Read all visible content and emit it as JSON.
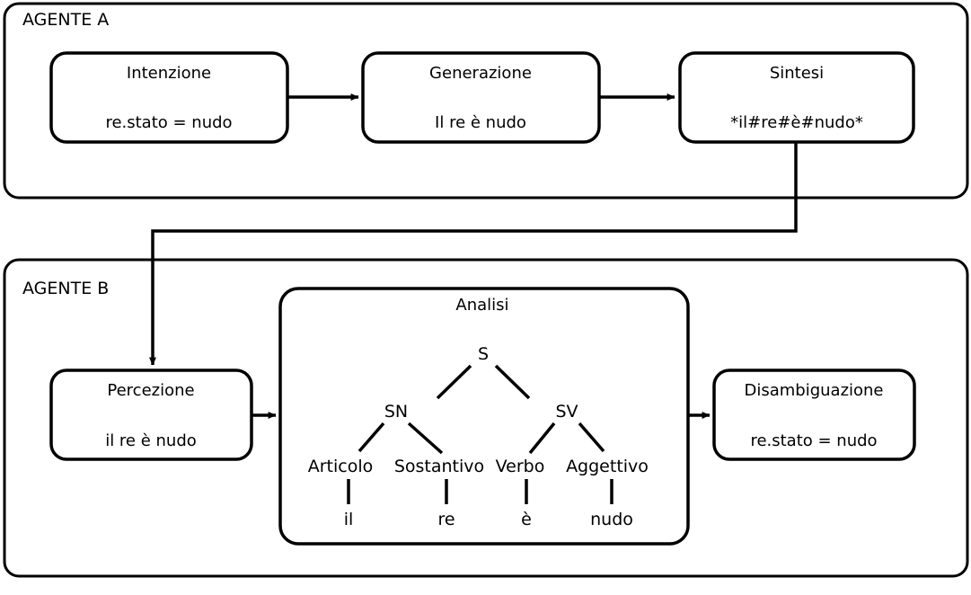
{
  "diagram": {
    "title_visible": false,
    "colors": {
      "background": "#ffffff",
      "stroke": "#000000",
      "box_fill": "#ffffff"
    }
  },
  "agent_a": {
    "label": "AGENTE A",
    "nodes": [
      {
        "title": "Intenzione",
        "value": "re.stato = nudo"
      },
      {
        "title": "Generazione",
        "value": "Il re è nudo"
      },
      {
        "title": "Sintesi",
        "value": "*il#re#è#nudo*"
      }
    ]
  },
  "agent_b": {
    "label": "AGENTE B",
    "nodes": [
      {
        "title": "Percezione",
        "value": "il re è nudo"
      },
      {
        "title": "Disambiguazione",
        "value": "re.stato = nudo"
      }
    ],
    "analysis": {
      "title": "Analisi",
      "tree": {
        "root": "S",
        "phrases": [
          "SN",
          "SV"
        ],
        "pos": [
          "Articolo",
          "Sostantivo",
          "Verbo",
          "Aggettivo"
        ],
        "leaves": [
          "il",
          "re",
          "è",
          "nudo"
        ]
      }
    }
  },
  "arrows": {
    "a1": "intenzione-to-generazione",
    "a2": "generazione-to-sintesi",
    "a3": "sintesi-to-percezione",
    "a4": "percezione-to-analisi",
    "a5": "analisi-to-disambiguazione"
  }
}
